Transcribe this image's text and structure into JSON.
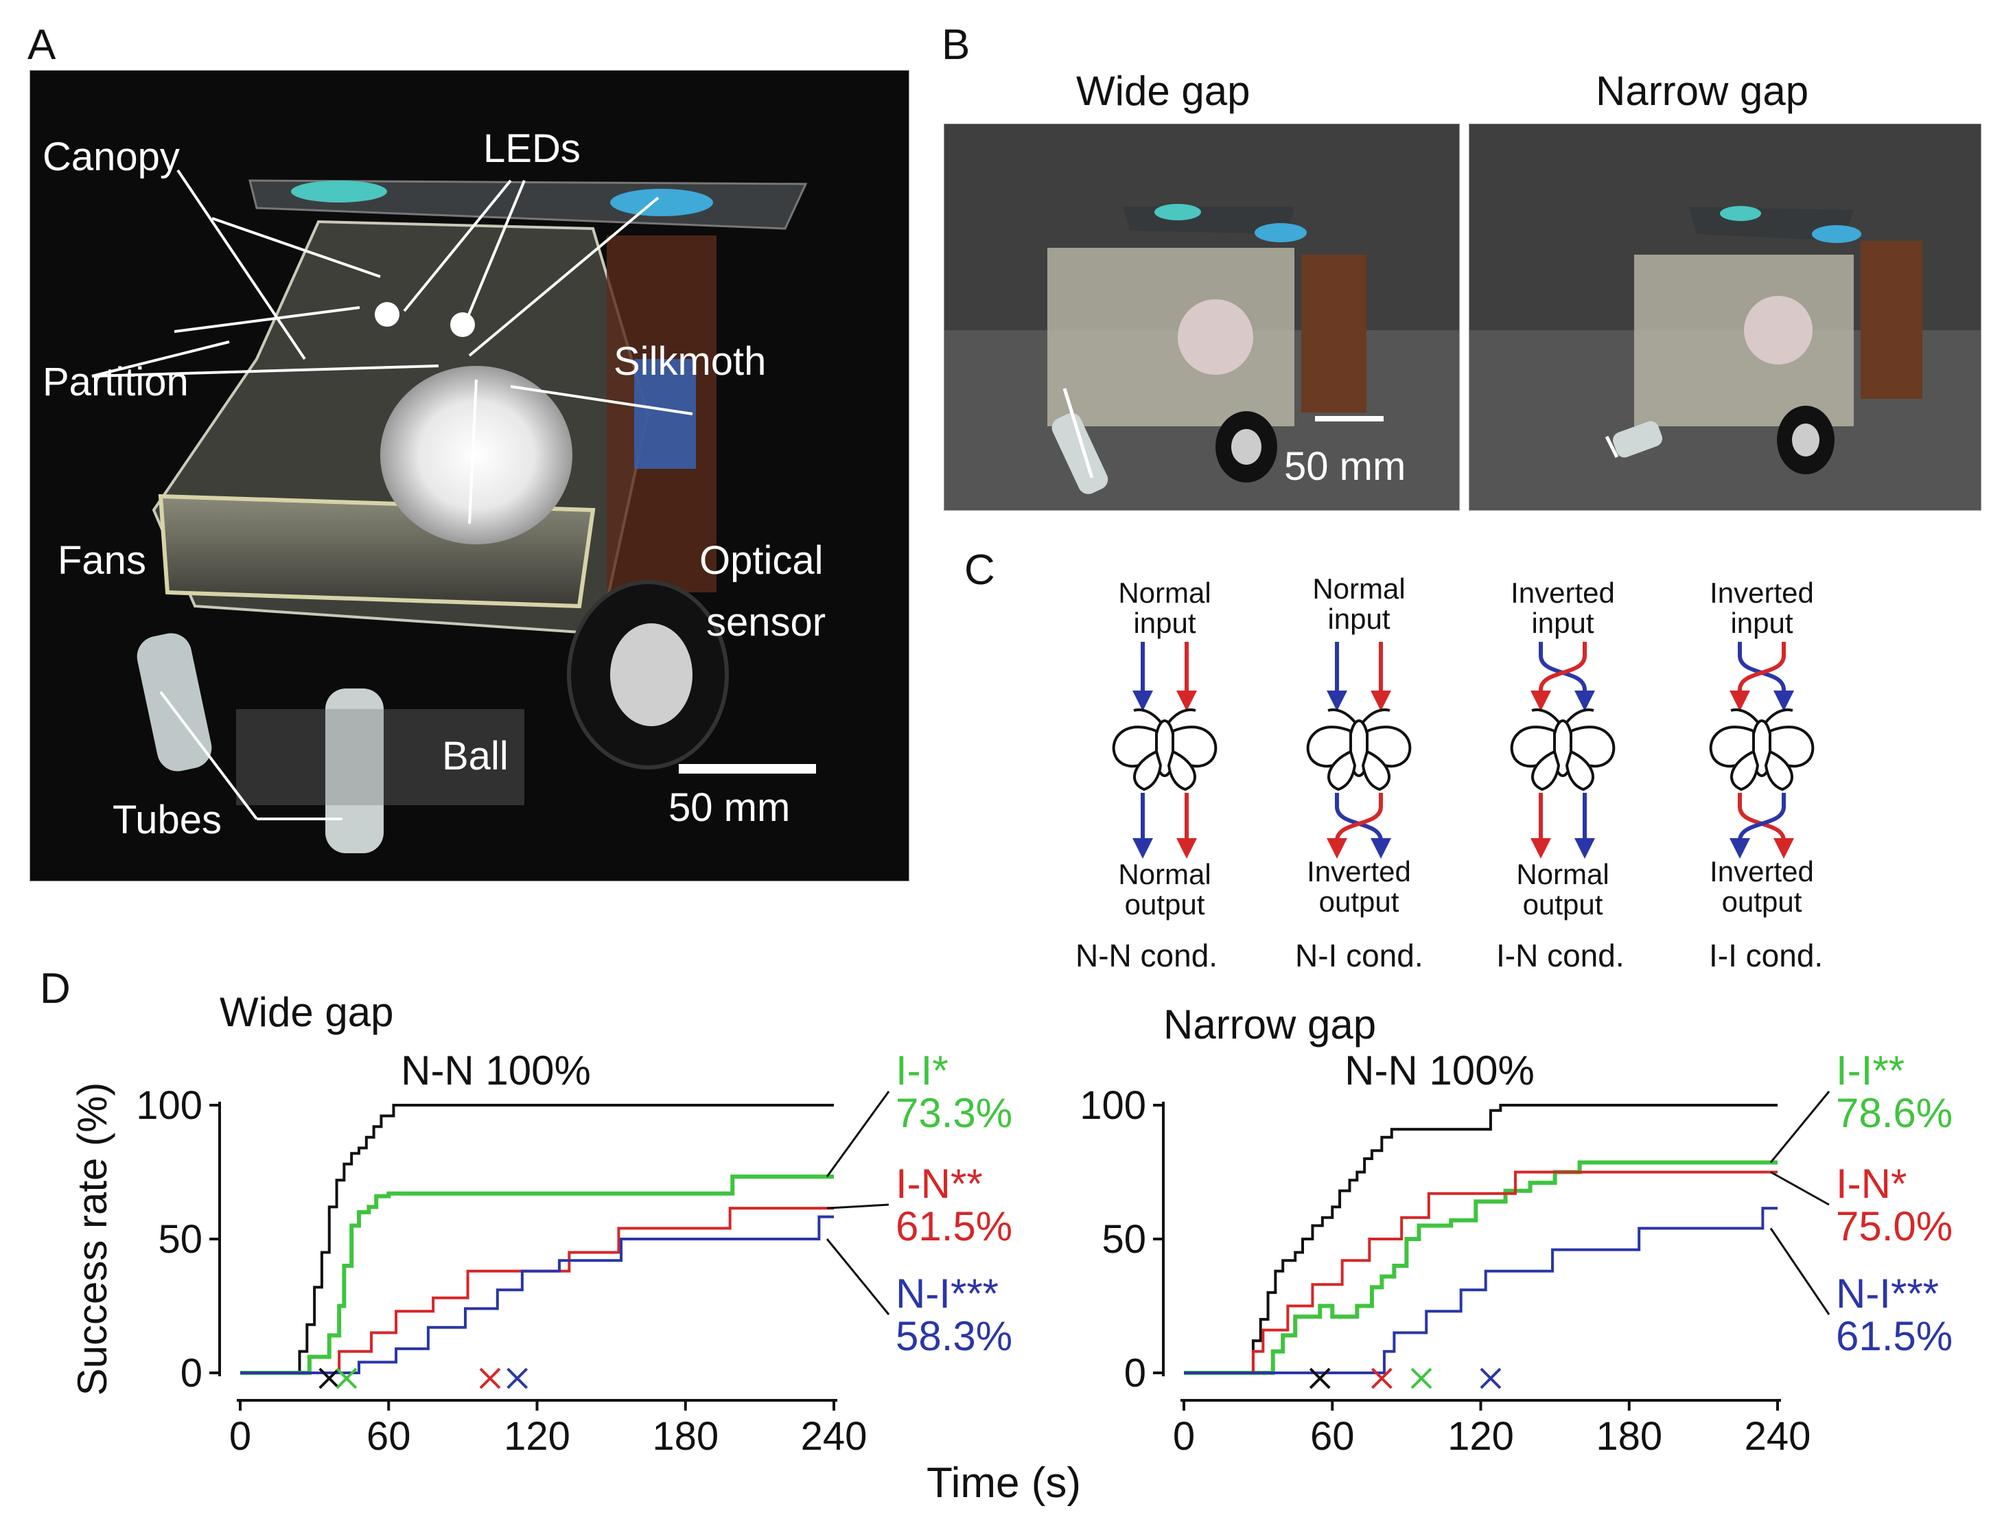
{
  "panels": {
    "A": "A",
    "B": "B",
    "C": "C",
    "D": "D"
  },
  "panel_a": {
    "labels": {
      "canopy": "Canopy",
      "leds": "LEDs",
      "partition": "Partition",
      "silkmoth": "Silkmoth",
      "fans": "Fans",
      "optical_sensor_1": "Optical",
      "optical_sensor_2": "sensor",
      "ball": "Ball",
      "tubes": "Tubes"
    },
    "scale_bar": "50 mm"
  },
  "panel_b": {
    "wide_title": "Wide gap",
    "narrow_title": "Narrow gap",
    "scale_bar": "50 mm"
  },
  "panel_c": {
    "columns": [
      {
        "top_1": "Normal",
        "top_2": "input",
        "bottom_1": "Normal",
        "bottom_2": "output",
        "cond": "N-N cond."
      },
      {
        "top_1": "Normal",
        "top_2": "input",
        "bottom_1": "Inverted",
        "bottom_2": "output",
        "cond": "N-I cond."
      },
      {
        "top_1": "Inverted",
        "top_2": "input",
        "bottom_1": "Normal",
        "bottom_2": "output",
        "cond": "I-N cond."
      },
      {
        "top_1": "Inverted",
        "top_2": "input",
        "bottom_1": "Inverted",
        "bottom_2": "output",
        "cond": "I-I cond."
      }
    ]
  },
  "colors": {
    "nn": "#111111",
    "ii": "#3fc43f",
    "in": "#d62728",
    "ni": "#2a36a8",
    "arrow_red": "#d62728",
    "arrow_blue": "#2a36a8"
  },
  "chart_data": [
    {
      "type": "line",
      "title": "Wide gap",
      "xlabel": "Time (s)",
      "ylabel": "Success rate (%)",
      "xlim": [
        0,
        240
      ],
      "ylim": [
        0,
        100
      ],
      "xticks": [
        0,
        60,
        120,
        180,
        240
      ],
      "yticks": [
        0,
        50,
        100
      ],
      "annotations": {
        "nn": "N-N 100%",
        "ii_name": "I-I*",
        "ii_value": "73.3%",
        "in_name": "I-N**",
        "in_value": "61.5%",
        "ni_name": "N-I***",
        "ni_value": "58.3%"
      },
      "series": [
        {
          "key": "nn",
          "points": [
            [
              0,
              0
            ],
            [
              21,
              0
            ],
            [
              24,
              8
            ],
            [
              27,
              18
            ],
            [
              30,
              32
            ],
            [
              33,
              45
            ],
            [
              36,
              62
            ],
            [
              39,
              72
            ],
            [
              42,
              78
            ],
            [
              45,
              82
            ],
            [
              48,
              84
            ],
            [
              51,
              88
            ],
            [
              54,
              92
            ],
            [
              57,
              96
            ],
            [
              62,
              100
            ],
            [
              240,
              100
            ]
          ]
        },
        {
          "key": "ii",
          "points": [
            [
              0,
              0
            ],
            [
              20,
              0
            ],
            [
              28,
              6
            ],
            [
              36,
              14
            ],
            [
              40,
              25
            ],
            [
              42,
              40
            ],
            [
              45,
              55
            ],
            [
              48,
              60
            ],
            [
              52,
              62
            ],
            [
              55,
              66
            ],
            [
              60,
              67
            ],
            [
              195,
              67
            ],
            [
              199,
              73.3
            ],
            [
              240,
              73.3
            ]
          ]
        },
        {
          "key": "in",
          "points": [
            [
              0,
              0
            ],
            [
              38,
              0
            ],
            [
              40,
              8
            ],
            [
              50,
              8
            ],
            [
              53,
              15
            ],
            [
              60,
              15
            ],
            [
              63,
              23
            ],
            [
              75,
              23
            ],
            [
              78,
              28
            ],
            [
              88,
              28
            ],
            [
              92,
              38
            ],
            [
              130,
              38
            ],
            [
              133,
              45
            ],
            [
              150,
              45
            ],
            [
              153,
              54
            ],
            [
              195,
              54
            ],
            [
              198,
              61.5
            ],
            [
              240,
              61.5
            ]
          ]
        },
        {
          "key": "ni",
          "points": [
            [
              0,
              0
            ],
            [
              45,
              0
            ],
            [
              48,
              4
            ],
            [
              60,
              4
            ],
            [
              63,
              9
            ],
            [
              72,
              9
            ],
            [
              76,
              17
            ],
            [
              88,
              17
            ],
            [
              91,
              24
            ],
            [
              100,
              24
            ],
            [
              104,
              31
            ],
            [
              110,
              31
            ],
            [
              114,
              38
            ],
            [
              125,
              38
            ],
            [
              129,
              42
            ],
            [
              150,
              42
            ],
            [
              154,
              50
            ],
            [
              230,
              50
            ],
            [
              234,
              58.3
            ],
            [
              240,
              58.3
            ]
          ]
        }
      ],
      "markers": [
        {
          "key": "nn",
          "x": 36
        },
        {
          "key": "ii",
          "x": 43
        },
        {
          "key": "in",
          "x": 101
        },
        {
          "key": "ni",
          "x": 112
        }
      ]
    },
    {
      "type": "line",
      "title": "Narrow gap",
      "xlabel": "Time (s)",
      "ylabel": "",
      "xlim": [
        0,
        240
      ],
      "ylim": [
        0,
        100
      ],
      "xticks": [
        0,
        60,
        120,
        180,
        240
      ],
      "yticks": [
        0,
        50,
        100
      ],
      "annotations": {
        "nn": "N-N 100%",
        "ii_name": "I-I**",
        "ii_value": "78.6%",
        "in_name": "I-N*",
        "in_value": "75.0%",
        "ni_name": "N-I***",
        "ni_value": "61.5%"
      },
      "series": [
        {
          "key": "nn",
          "points": [
            [
              0,
              0
            ],
            [
              25,
              0
            ],
            [
              28,
              12
            ],
            [
              31,
              20
            ],
            [
              34,
              30
            ],
            [
              37,
              38
            ],
            [
              40,
              42
            ],
            [
              45,
              45
            ],
            [
              48,
              50
            ],
            [
              52,
              55
            ],
            [
              56,
              58
            ],
            [
              60,
              62
            ],
            [
              63,
              68
            ],
            [
              67,
              72
            ],
            [
              70,
              75
            ],
            [
              73,
              80
            ],
            [
              76,
              83
            ],
            [
              80,
              88
            ],
            [
              84,
              91
            ],
            [
              120,
              91
            ],
            [
              124,
              98
            ],
            [
              128,
              100
            ],
            [
              240,
              100
            ]
          ]
        },
        {
          "key": "ii",
          "points": [
            [
              0,
              0
            ],
            [
              33,
              0
            ],
            [
              36,
              8
            ],
            [
              40,
              14
            ],
            [
              45,
              21
            ],
            [
              50,
              21
            ],
            [
              55,
              25
            ],
            [
              60,
              21
            ],
            [
              65,
              21
            ],
            [
              70,
              25
            ],
            [
              76,
              32
            ],
            [
              80,
              36
            ],
            [
              85,
              40
            ],
            [
              90,
              50
            ],
            [
              95,
              55
            ],
            [
              108,
              57
            ],
            [
              118,
              64
            ],
            [
              130,
              68
            ],
            [
              140,
              71
            ],
            [
              150,
              75
            ],
            [
              160,
              78.6
            ],
            [
              240,
              78.6
            ]
          ]
        },
        {
          "key": "in",
          "points": [
            [
              0,
              0
            ],
            [
              25,
              0
            ],
            [
              28,
              8
            ],
            [
              32,
              16
            ],
            [
              38,
              16
            ],
            [
              42,
              25
            ],
            [
              48,
              25
            ],
            [
              52,
              33
            ],
            [
              60,
              33
            ],
            [
              64,
              42
            ],
            [
              70,
              42
            ],
            [
              75,
              50
            ],
            [
              85,
              50
            ],
            [
              88,
              58
            ],
            [
              95,
              58
            ],
            [
              99,
              67
            ],
            [
              130,
              67
            ],
            [
              134,
              75
            ],
            [
              240,
              75
            ]
          ]
        },
        {
          "key": "ni",
          "points": [
            [
              0,
              0
            ],
            [
              78,
              0
            ],
            [
              81,
              8
            ],
            [
              85,
              15
            ],
            [
              95,
              15
            ],
            [
              98,
              23
            ],
            [
              108,
              23
            ],
            [
              112,
              31
            ],
            [
              118,
              31
            ],
            [
              122,
              38
            ],
            [
              145,
              38
            ],
            [
              149,
              46
            ],
            [
              180,
              46
            ],
            [
              184,
              54
            ],
            [
              230,
              54
            ],
            [
              234,
              61.5
            ],
            [
              240,
              61.5
            ]
          ]
        }
      ],
      "markers": [
        {
          "key": "nn",
          "x": 55
        },
        {
          "key": "in",
          "x": 80
        },
        {
          "key": "ii",
          "x": 96
        },
        {
          "key": "ni",
          "x": 124
        }
      ]
    }
  ]
}
